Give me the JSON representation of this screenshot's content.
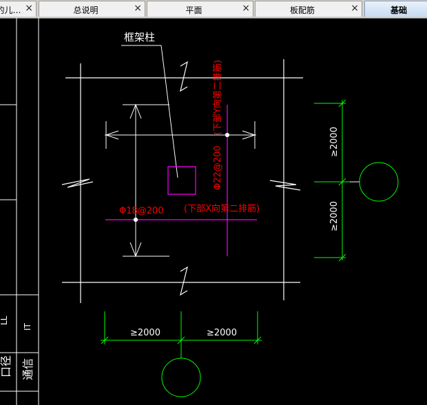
{
  "tabs": [
    {
      "label": "的儿…",
      "closable": true,
      "active": false
    },
    {
      "label": "总说明",
      "closable": true,
      "active": false
    },
    {
      "label": "平面",
      "closable": true,
      "active": false
    },
    {
      "label": "板配筋",
      "closable": true,
      "active": false
    },
    {
      "label": "基础",
      "closable": false,
      "active": true
    }
  ],
  "close_glyph": "×",
  "drawing": {
    "column_label": "框架柱",
    "x_rebar_label": "Φ18@200",
    "x_rebar_note": "(下部X向第二排筋)",
    "y_rebar_label": "Φ22@200",
    "y_rebar_note": "(下部Y向第二排筋)",
    "dim_right_top": "≥2000",
    "dim_right_bottom": "≥2000",
    "dim_bottom_left": "≥2000",
    "dim_bottom_right": "≥2000",
    "side_text_1": "LL",
    "side_text_2": "IT",
    "side_text_3": "口径",
    "side_text_4": "通信"
  },
  "colors": {
    "background": "#000000",
    "lines": "#ffffff",
    "rebar": "#ff00ff",
    "rebar_text": "#ff0000",
    "dimension": "#00ff00"
  }
}
